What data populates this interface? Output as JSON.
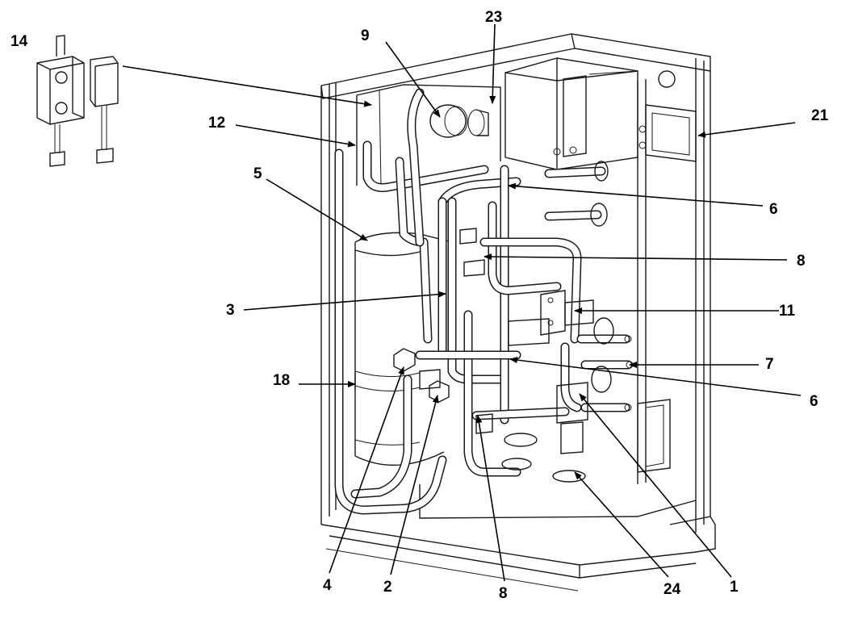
{
  "callouts": {
    "c14": "14",
    "c9": "9",
    "c23": "23",
    "c12": "12",
    "c21": "21",
    "c5": "5",
    "c6_top": "6",
    "c8_right": "8",
    "c3": "3",
    "c11": "11",
    "c7": "7",
    "c18": "18",
    "c6_mid": "6",
    "c4": "4",
    "c2": "2",
    "c8_bottom": "8",
    "c24": "24",
    "c1": "1"
  }
}
